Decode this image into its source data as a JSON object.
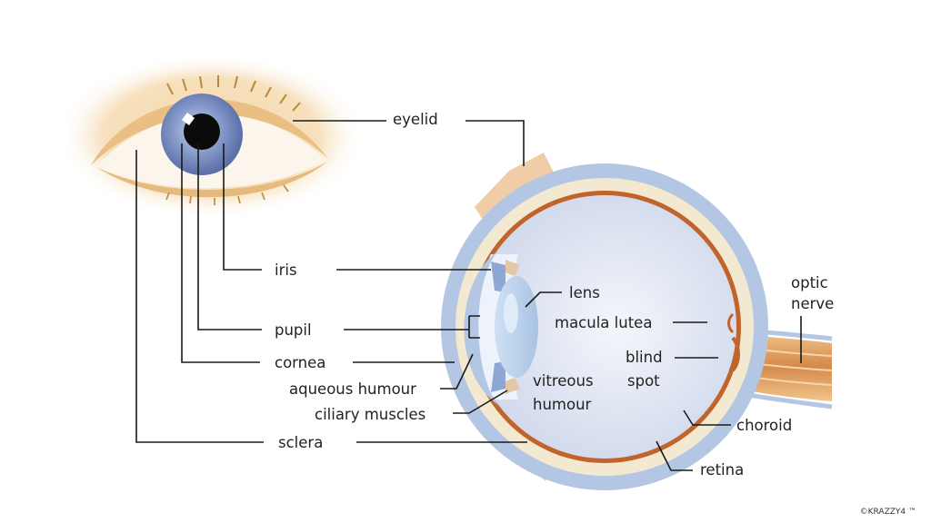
{
  "labels": {
    "eyelid": "eyelid",
    "iris": "iris",
    "pupil": "pupil",
    "cornea": "cornea",
    "aqueous_humour": "aqueous humour",
    "ciliary_muscles": "ciliary muscles",
    "sclera": "sclera",
    "lens": "lens",
    "macula_lutea": "macula lutea",
    "blind_spot_line1": "blind",
    "blind_spot_line2": "spot",
    "vitreous_humour_line1": "vitreous",
    "vitreous_humour_line2": "humour",
    "optic_nerve_line1": "optic",
    "optic_nerve_line2": "nerve",
    "choroid": "choroid",
    "retina": "retina"
  },
  "copyright": "©KRAZZY4 ™",
  "colors": {
    "skin": "#f1cf9c",
    "sclera_layer": "#b3c6e4",
    "choroid_layer": "#f3e8d0",
    "retina_layer": "#c0642c",
    "vitreous": "#dde4f1",
    "iris": "#7b8fc2",
    "pupil": "#0b0b0b",
    "optic_nerve": "#d99a5a"
  }
}
